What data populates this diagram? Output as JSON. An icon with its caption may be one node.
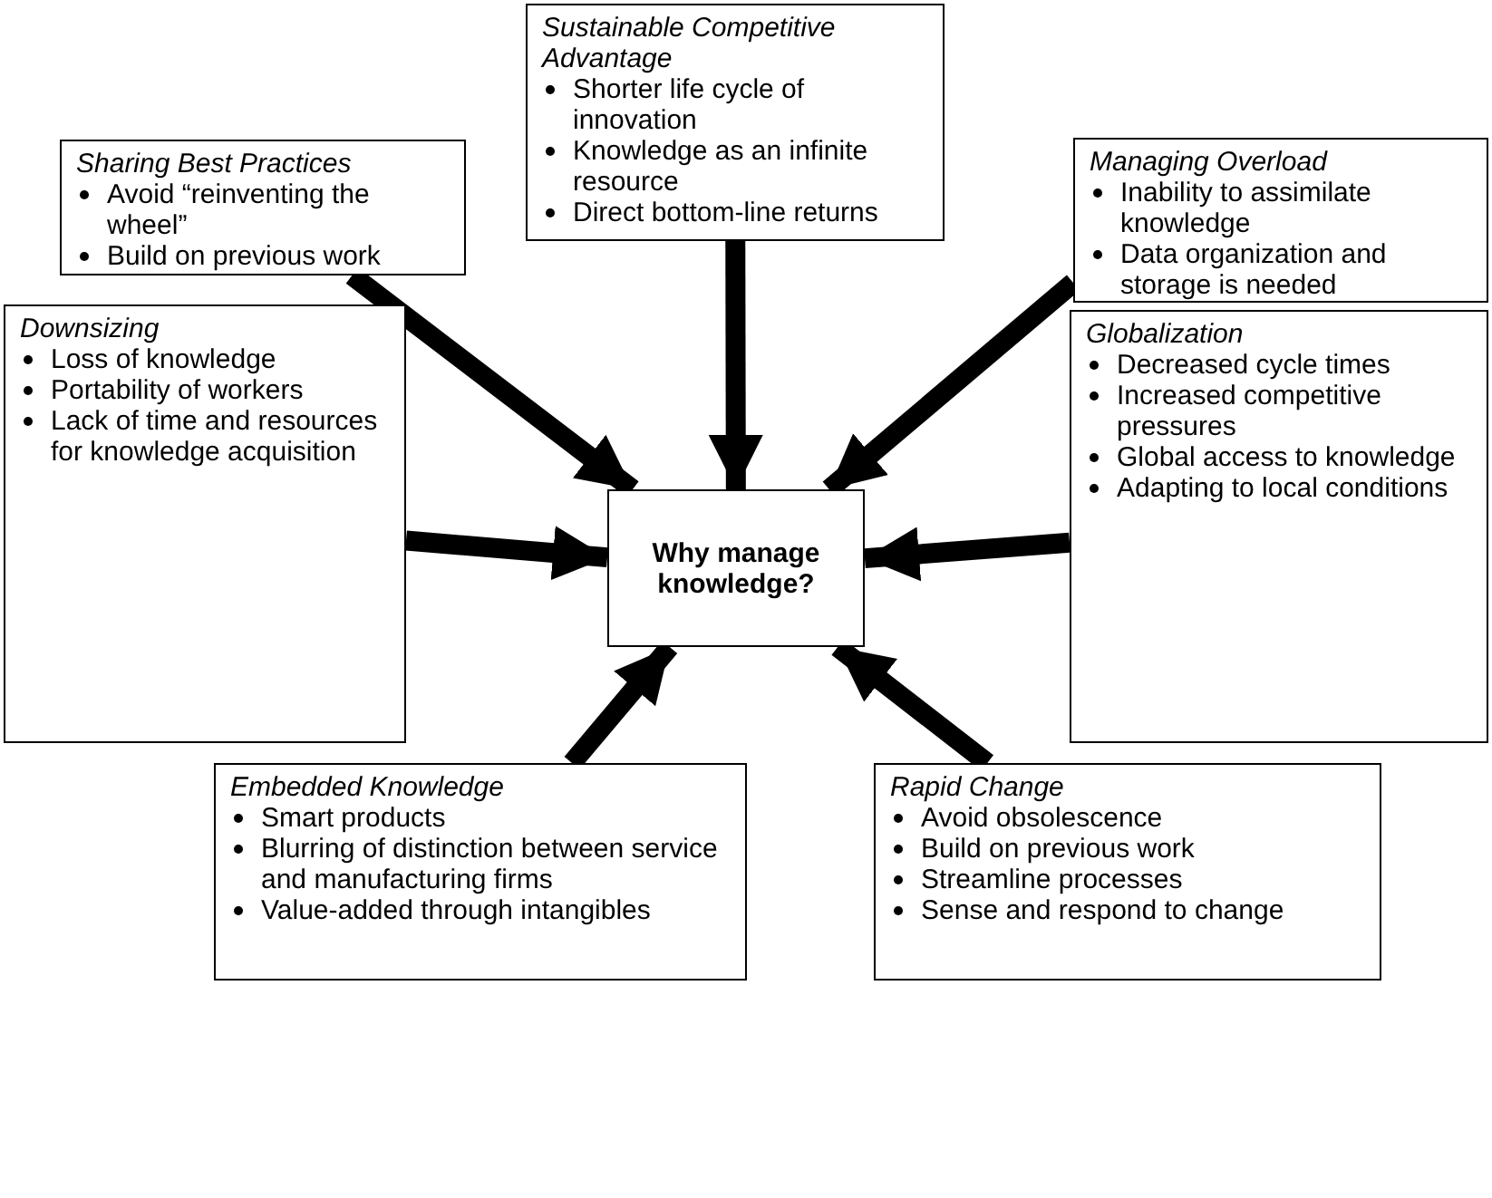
{
  "diagram": {
    "nodes": [
      {
        "text": [
          "Why manage knowledge?"
        ]
      },
      {
        "text": [
          "Sharing Best Practices",
          "Avoid “reinventing the wheel”",
          "Build on previous work"
        ]
      },
      {
        "text": [
          "Sustainable Competitive Advantage",
          "Shorter life cycle of innovation",
          "Knowledge as an infinite resource",
          "Direct bottom-line returns"
        ]
      },
      {
        "text": [
          "Managing Overload",
          "Inability to assimilate knowledge",
          "Data organization and storage is needed"
        ]
      },
      {
        "text": [
          "Downsizing",
          "Loss of knowledge",
          "Portability of workers",
          "Lack of time and resources for knowledge acquisition"
        ]
      },
      {
        "text": [
          "Globalization",
          "Decreased cycle times",
          "Increased competitive pressures",
          "Global access to knowledge",
          "Adapting to local conditions"
        ]
      },
      {
        "text": [
          "Embedded Knowledge",
          "Smart products",
          "Blurring of distinction between service and manufacturing firms",
          "Value-added through intangibles"
        ]
      },
      {
        "text": [
          "Rapid Change",
          "Avoid obsolescence",
          "Build on previous work",
          "Streamline processes",
          "Sense and respond to change"
        ]
      }
    ],
    "edges": [
      {
        "from": 1,
        "to": 0,
        "arrow": "to"
      },
      {
        "from": 2,
        "to": 0,
        "arrow": "to"
      },
      {
        "from": 3,
        "to": 0,
        "arrow": "to"
      },
      {
        "from": 4,
        "to": 0,
        "arrow": "to"
      },
      {
        "from": 5,
        "to": 0,
        "arrow": "to"
      },
      {
        "from": 6,
        "to": 0,
        "arrow": "to"
      },
      {
        "from": 7,
        "to": 0,
        "arrow": "to"
      }
    ]
  }
}
